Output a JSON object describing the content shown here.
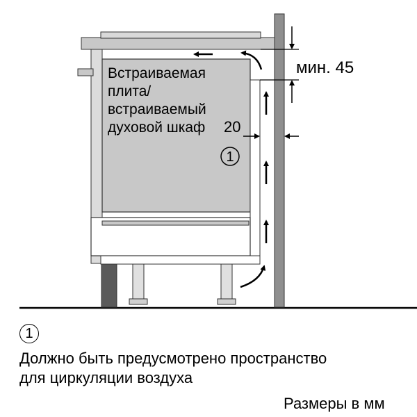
{
  "diagram": {
    "appliance_label": [
      "Встраиваемая",
      "плита/",
      "встраиваемый",
      "духовой шкаф"
    ],
    "dim_top": "мин. 45",
    "dim_side": "20",
    "marker": "1"
  },
  "legend": {
    "marker": "1",
    "text_line1": "Должно быть предусмотрено пространство",
    "text_line2": "для циркуляции воздуха"
  },
  "units_note": "Размеры в мм",
  "colors": {
    "wall": "#8f8f8f",
    "panel": "#c8c8c8",
    "dark_leg": "#5a5a5a",
    "line": "#000000"
  }
}
